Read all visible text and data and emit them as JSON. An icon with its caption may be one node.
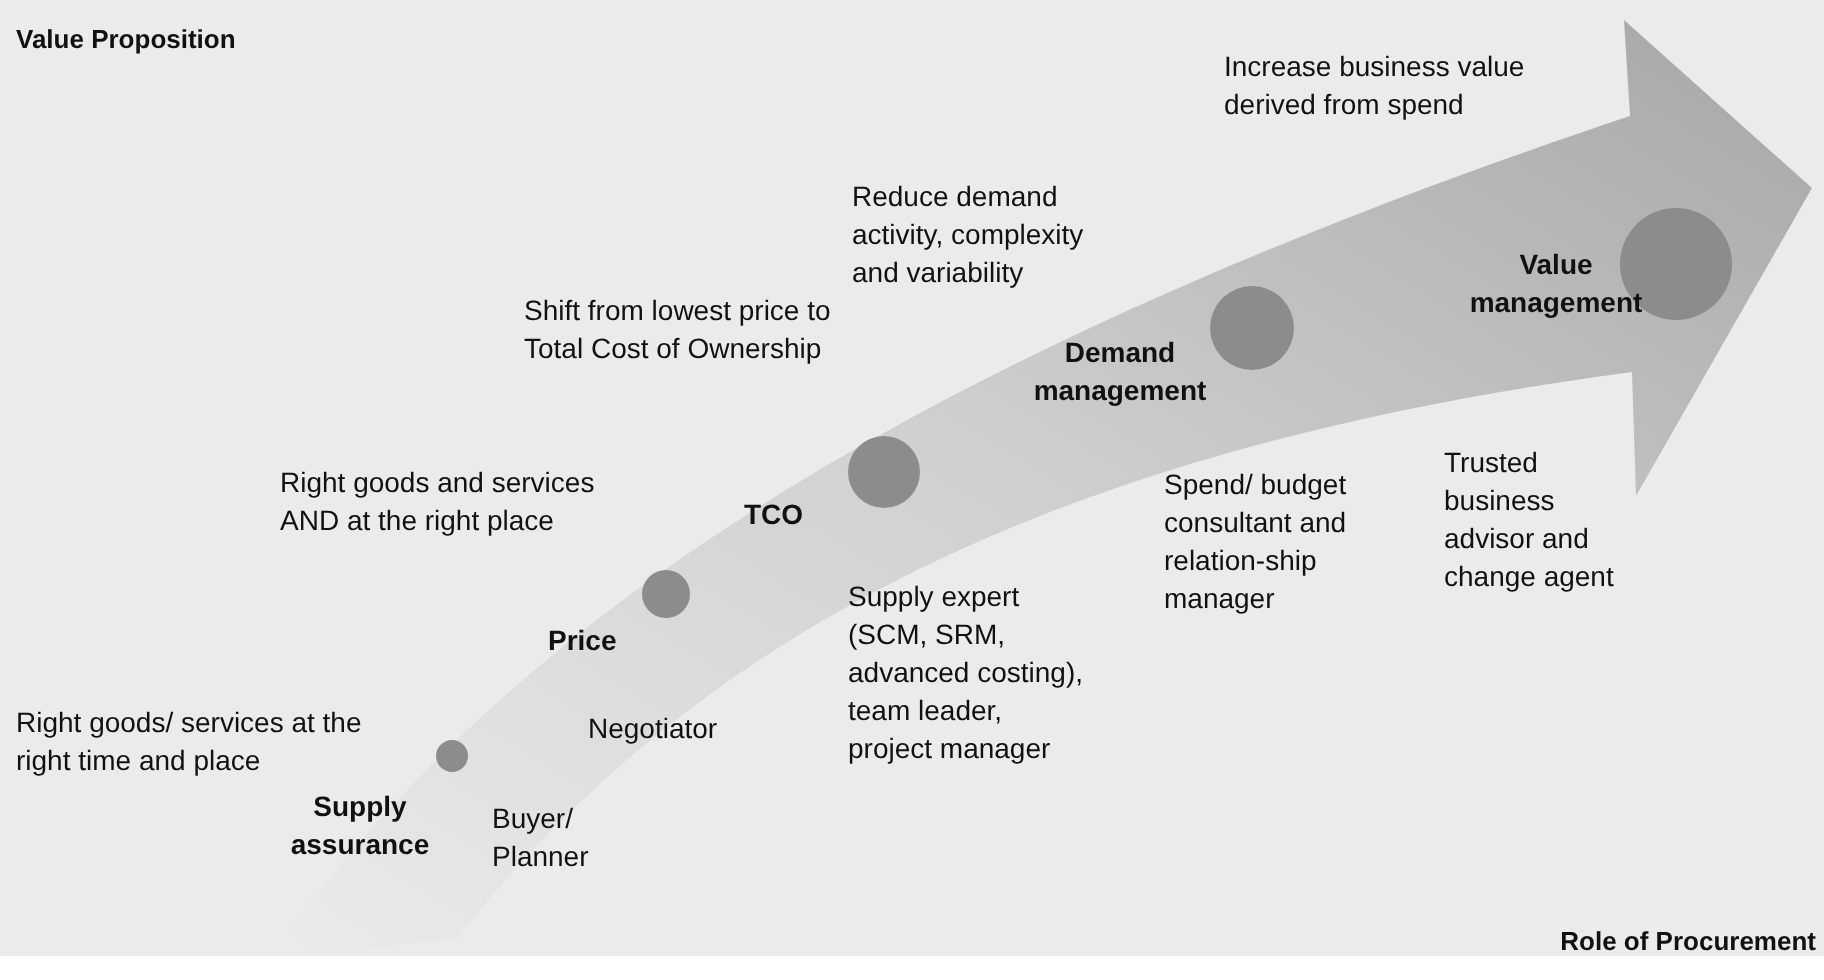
{
  "diagram": {
    "labels": [
      "Value Proposition",
      "Right goods/ services at the right time and place",
      "Supply assurance",
      "Buyer/ Planner",
      "Right goods and services AND at the right place",
      "Price",
      "Negotiator",
      "Shift from lowest price to Total Cost of Ownership",
      "TCO",
      "Supply expert (SCM, SRM, advanced costing), team leader, project manager",
      "Reduce demand activity, complexity and variability",
      "Demand management",
      "Spend/ budget consultant and relation-ship manager",
      "Increase business value derived from spend",
      "Value management",
      "Trusted business advisor and change agent",
      "Role of Procurement"
    ]
  }
}
